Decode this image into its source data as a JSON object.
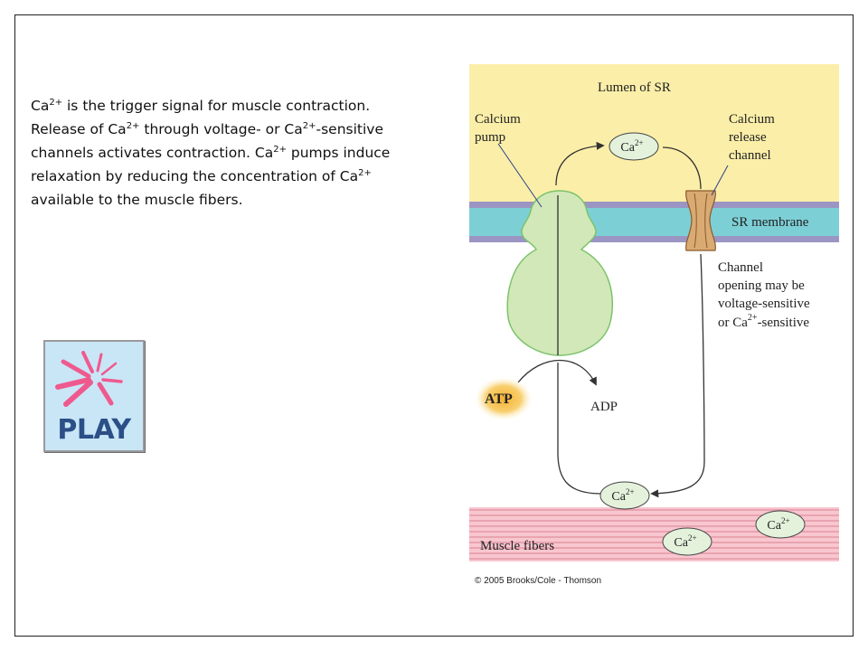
{
  "caption": {
    "s1a": "Ca",
    "s1b": "2+",
    "s1c": " is the trigger signal for muscle contraction. Release of Ca",
    "s1d": "2+",
    "s1e": " through voltage- or Ca",
    "s1f": "2+",
    "s1g": "-sensitive channels activates contraction. Ca",
    "s1h": "2+",
    "s1i": " pumps induce relaxation by reducing the concentration of Ca",
    "s1j": "2+",
    "s1k": " available to the muscle fibers."
  },
  "play_button": {
    "label": "PLAY",
    "icon": "starburst-icon"
  },
  "diagram": {
    "lumen_label": "Lumen of SR",
    "pump_label_1": "Calcium",
    "pump_label_2": "pump",
    "channel_label_1": "Calcium",
    "channel_label_2": "release",
    "channel_label_3": "channel",
    "membrane_label": "SR membrane",
    "note_1": "Channel",
    "note_2": "opening may be",
    "note_3": "voltage-sensitive",
    "note_4_pre": "or Ca",
    "note_4_sup": "2+",
    "note_4_post": "-sensitive",
    "atp": "ATP",
    "adp": "ADP",
    "ca_base": "Ca",
    "ca_sup": "2+",
    "muscle_label": "Muscle fibers",
    "copyright": "© 2005 Brooks/Cole - Thomson"
  },
  "colors": {
    "lumen": "#fbeea8",
    "membrane_teal": "#7dcfd6",
    "membrane_purple": "#9b95c4",
    "pump_fill": "#d2e8b8",
    "pump_stroke": "#7cc36b",
    "channel": "#d9aa72",
    "muscle": "#f8c6cf",
    "muscle_lines": "#d77a8b",
    "ion_fill": "#e4f2dc"
  }
}
